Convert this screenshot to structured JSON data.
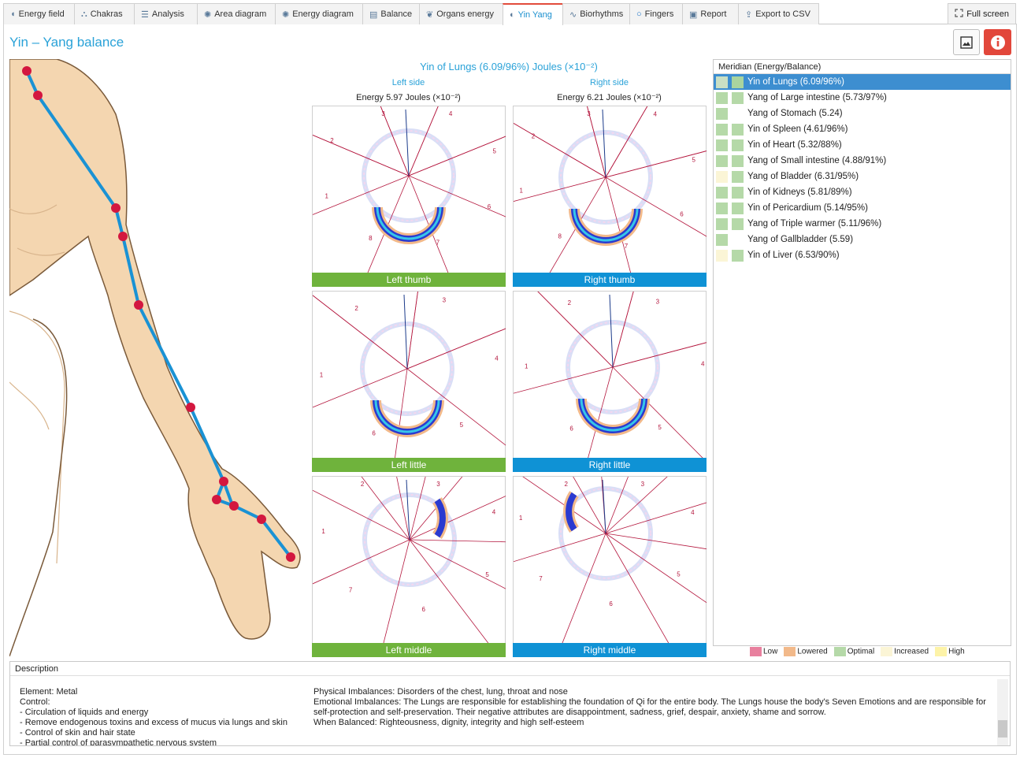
{
  "tabs": [
    {
      "label": "Energy field",
      "icon": "energy-field-icon"
    },
    {
      "label": "Chakras",
      "icon": "chakras-icon"
    },
    {
      "label": "Analysis",
      "icon": "analysis-icon"
    },
    {
      "label": "Area diagram",
      "icon": "area-diagram-icon"
    },
    {
      "label": "Energy diagram",
      "icon": "energy-diagram-icon"
    },
    {
      "label": "Balance",
      "icon": "balance-icon"
    },
    {
      "label": "Organs energy",
      "icon": "organs-icon"
    },
    {
      "label": "Yin Yang",
      "icon": "yin-yang-icon",
      "active": true
    },
    {
      "label": "Biorhythms",
      "icon": "biorhythms-icon"
    },
    {
      "label": "Fingers",
      "icon": "fingers-icon"
    },
    {
      "label": "Report",
      "icon": "printer-icon"
    },
    {
      "label": "Export to CSV",
      "icon": "export-icon"
    }
  ],
  "fullscreen_label": "Full screen",
  "page_title": "Yin – Yang balance",
  "chart_title": "Yin of Lungs (6.09/96%) Joules (×10⁻²)",
  "left_side_label": "Left side",
  "right_side_label": "Right side",
  "left_energy": "Energy 5.97 Joules (×10⁻²)",
  "right_energy": "Energy 6.21 Joules (×10⁻²)",
  "panels": [
    {
      "footer": "Left thumb",
      "color": "green"
    },
    {
      "footer": "Right thumb",
      "color": "blue"
    },
    {
      "footer": "Left little",
      "color": "green"
    },
    {
      "footer": "Right little",
      "color": "blue"
    },
    {
      "footer": "Left middle",
      "color": "green"
    },
    {
      "footer": "Right middle",
      "color": "blue"
    }
  ],
  "meridian_header": "Meridian (Energy/Balance)",
  "meridians": [
    {
      "label": "Yin of Lungs (6.09/96%)",
      "c1": "#c9dfc4",
      "c2": "#a9d49e",
      "selected": true
    },
    {
      "label": "Yang of Large intestine (5.73/97%)",
      "c1": "#b5d9a8",
      "c2": "#b5d9a8"
    },
    {
      "label": "Yang of Stomach (5.24)",
      "c1": "#b5d9a8",
      "c2": ""
    },
    {
      "label": "Yin of Spleen (4.61/96%)",
      "c1": "#b5d9a8",
      "c2": "#b5d9a8"
    },
    {
      "label": "Yin of Heart (5.32/88%)",
      "c1": "#b5d9a8",
      "c2": "#b5d9a8"
    },
    {
      "label": "Yang of Small intestine (4.88/91%)",
      "c1": "#b5d9a8",
      "c2": "#b5d9a8"
    },
    {
      "label": "Yang of Bladder (6.31/95%)",
      "c1": "#fbf5d6",
      "c2": "#b5d9a8"
    },
    {
      "label": "Yin of Kidneys (5.81/89%)",
      "c1": "#b5d9a8",
      "c2": "#b5d9a8"
    },
    {
      "label": "Yin of Pericardium (5.14/95%)",
      "c1": "#b5d9a8",
      "c2": "#b5d9a8"
    },
    {
      "label": "Yang of Triple warmer (5.11/96%)",
      "c1": "#b5d9a8",
      "c2": "#b5d9a8"
    },
    {
      "label": "Yang of Gallbladder (5.59)",
      "c1": "#b5d9a8",
      "c2": ""
    },
    {
      "label": "Yin of Liver (6.53/90%)",
      "c1": "#fbf5d6",
      "c2": "#b5d9a8"
    }
  ],
  "legend": [
    {
      "label": "Low",
      "color": "#e8809e"
    },
    {
      "label": "Lowered",
      "color": "#f2b98a"
    },
    {
      "label": "Optimal",
      "color": "#b5d9a8"
    },
    {
      "label": "Increased",
      "color": "#fbf5d6"
    },
    {
      "label": "High",
      "color": "#fdf3a8"
    }
  ],
  "description_header": "Description",
  "desc_left": "Element: Metal\nControl:\n- Circulation of liquids and energy\n- Remove endogenous toxins and excess of mucus via lungs and skin\n- Control of skin and hair state\n- Partial control of parasympathetic nervous system",
  "desc_right_1": "Physical Imbalances: Disorders of the chest, lung, throat and nose",
  "desc_right_2": "Emotional Imbalances: The Lungs are responsible for establishing the foundation of Qi for the entire body. The Lungs house the body's Seven Emotions and are responsible for self-protection and self-preservation. Their negative attributes are disappointment, sadness, grief, despair, anxiety, shame and sorrow.",
  "desc_right_3": "When Balanced: Righteousness, dignity, integrity and high self-esteem",
  "panel_labels": [
    [
      "1",
      "2",
      "3",
      "4",
      "5",
      "6",
      "7",
      "8"
    ],
    [
      "1",
      "2",
      "3",
      "4",
      "5",
      "6",
      "7",
      "8"
    ],
    [
      "1",
      "2",
      "3",
      "4",
      "5",
      "6"
    ],
    [
      "1",
      "2",
      "3",
      "4",
      "5",
      "6"
    ],
    [
      "1",
      "2",
      "3",
      "4",
      "5",
      "6",
      "7"
    ],
    [
      "1",
      "2",
      "3",
      "4",
      "5",
      "6",
      "7"
    ]
  ]
}
